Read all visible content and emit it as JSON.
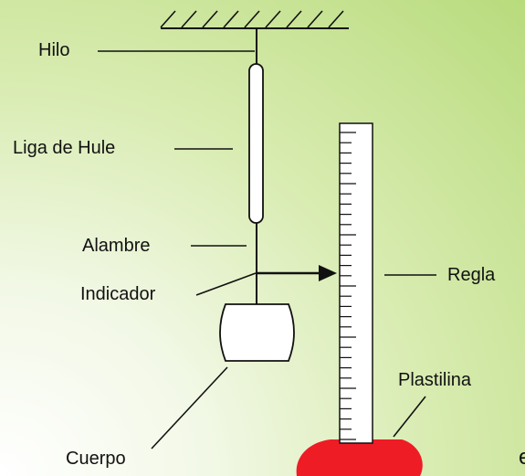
{
  "labels": {
    "hilo": "Hilo",
    "liga": "Liga de Hule",
    "alambre": "Alambre",
    "indicador": "Indicador",
    "regla": "Regla",
    "plastilina": "Plastilina",
    "cuerpo": "Cuerpo",
    "edge_fragment": "e"
  },
  "colors": {
    "background_light": "#ffffff",
    "background_green": "#b8db7c",
    "plastilina": "#ee1c25",
    "line": "#111111"
  }
}
